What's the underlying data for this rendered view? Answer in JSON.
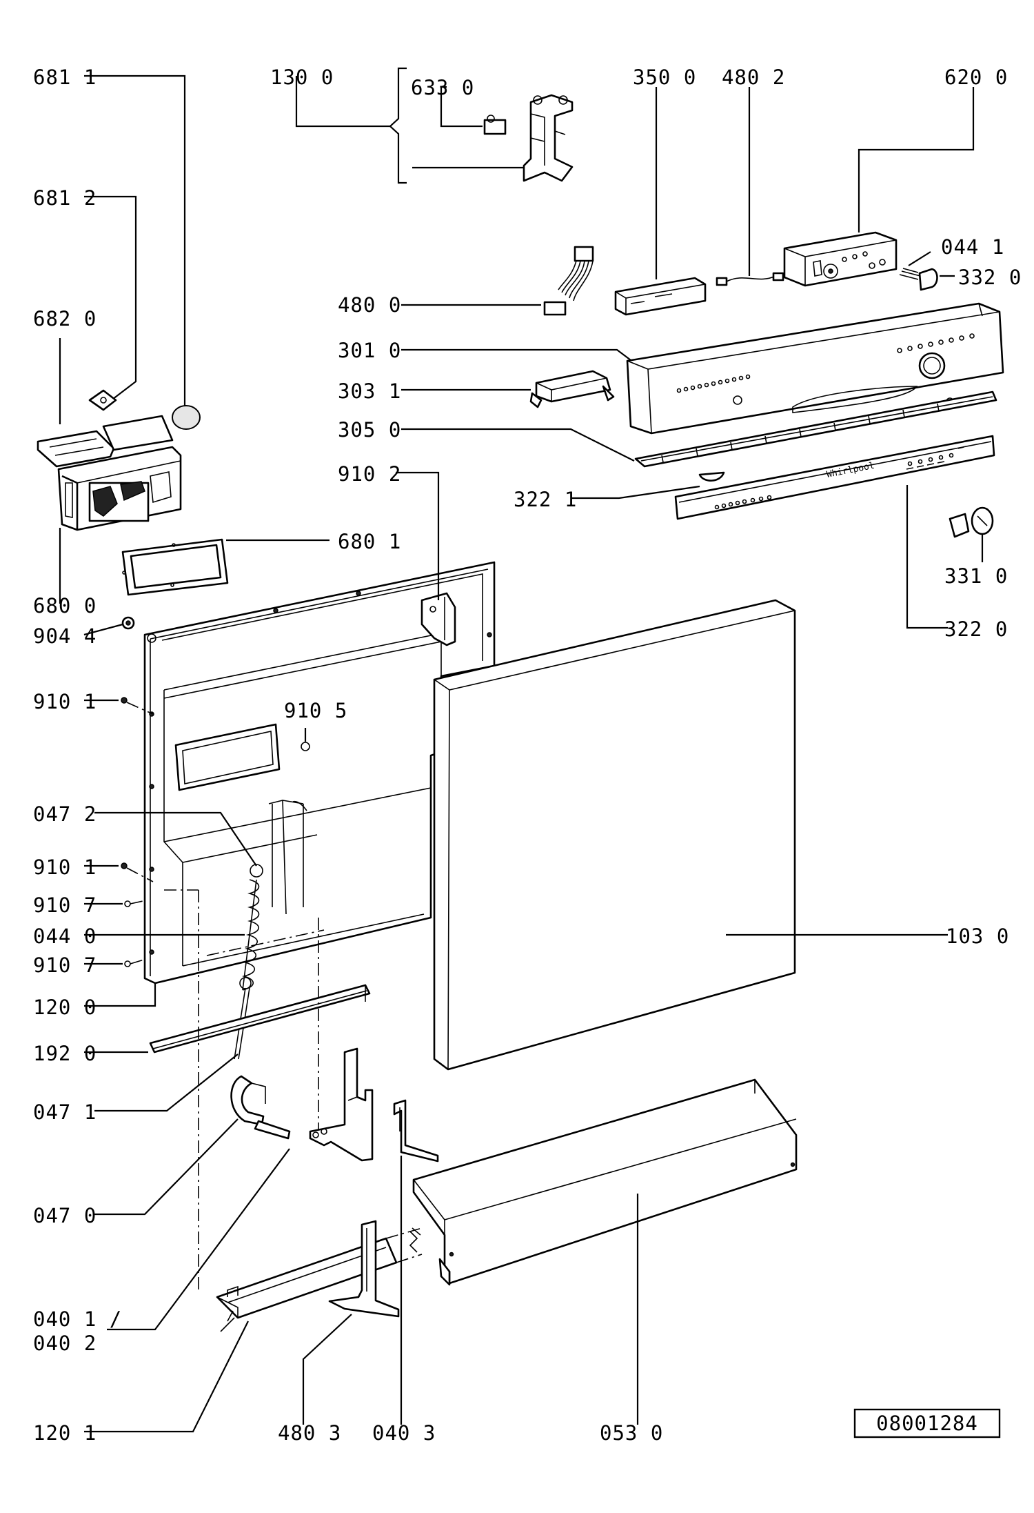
{
  "labels": {
    "l_681_1": "681 1",
    "l_130_0": "130 0",
    "l_633_0": "633 0",
    "l_350_0": "350 0",
    "l_480_2": "480 2",
    "l_620_0": "620 0",
    "l_681_2": "681 2",
    "l_044_1": "044 1",
    "l_332_0": "332 0",
    "l_480_0": "480 0",
    "l_682_0": "682 0",
    "l_301_0": "301 0",
    "l_303_1": "303 1",
    "l_305_0": "305 0",
    "l_910_2": "910 2",
    "l_322_1": "322 1",
    "l_680_1": "680 1",
    "l_331_0": "331 0",
    "l_680_0": "680 0",
    "l_904_4": "904 4",
    "l_322_0": "322 0",
    "l_910_1a": "910 1",
    "l_910_5": "910 5",
    "l_047_2": "047 2",
    "l_910_1b": "910 1",
    "l_910_7a": "910 7",
    "l_044_0": "044 0",
    "l_103_0": "103 0",
    "l_910_7b": "910 7",
    "l_120_0": "120 0",
    "l_192_0": "192 0",
    "l_047_1": "047 1",
    "l_047_0": "047 0",
    "l_040_1": "040 1 /",
    "l_040_2": "040 2",
    "l_120_1": "120 1",
    "l_480_3": "480 3",
    "l_040_3": "040 3",
    "l_053_0": "053 0"
  },
  "drawing_number": "08001284",
  "brand_mark": "Whirlpool"
}
